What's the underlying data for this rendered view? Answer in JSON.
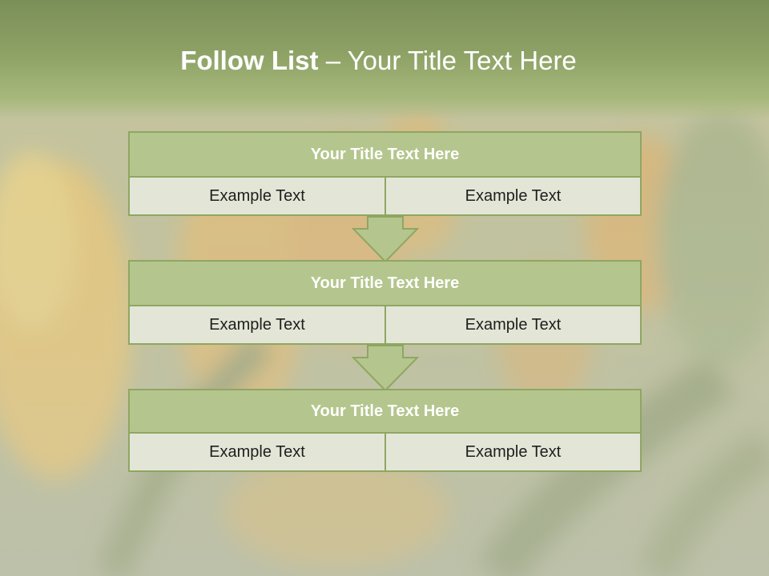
{
  "slide": {
    "title_bold": "Follow List",
    "title_separator": " – ",
    "title_rest": "Your Title Text Here"
  },
  "steps": [
    {
      "title": "Your Title Text Here",
      "left_text": "Example Text",
      "right_text": "Example Text"
    },
    {
      "title": "Your Title Text Here",
      "left_text": "Example Text",
      "right_text": "Example Text"
    },
    {
      "title": "Your Title Text Here",
      "left_text": "Example Text",
      "right_text": "Example Text"
    }
  ],
  "colors": {
    "header_green": "#8ea266",
    "box_title_fill": "#b4c68d",
    "box_border": "#8fa663",
    "cell_fill": "#e3e6d7",
    "arrow_fill": "#b4c68d"
  }
}
